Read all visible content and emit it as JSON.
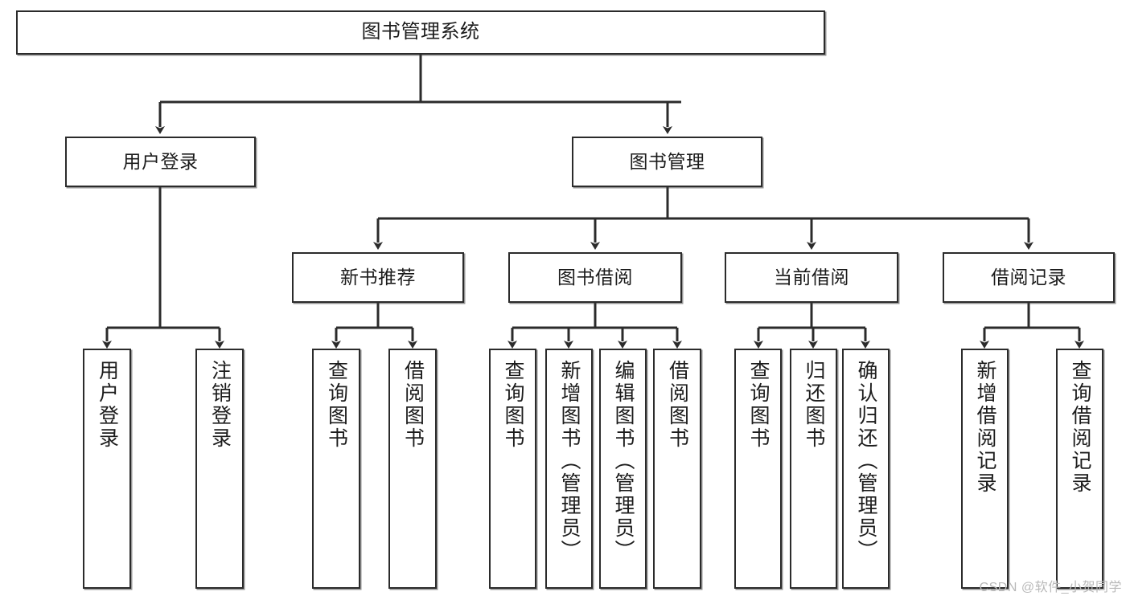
{
  "diagram": {
    "title": "图书管理系统",
    "watermark": "CSDN @软件_小贺同学",
    "edge_color": "#2b2b2b",
    "box_border_color": "#2b2b2b",
    "box_fill_color": "#ffffff",
    "text_color": "#1c1c1c",
    "watermark_color": "#b9b9b9"
  },
  "nodes": {
    "root": {
      "label": "图书管理系统"
    },
    "level2": [
      {
        "label": "用户登录"
      },
      {
        "label": "图书管理"
      }
    ],
    "level3": [
      {
        "label": "新书推荐"
      },
      {
        "label": "图书借阅"
      },
      {
        "label": "当前借阅"
      },
      {
        "label": "借阅记录"
      }
    ],
    "leaves": {
      "user_login": [
        {
          "label": "用户登录"
        },
        {
          "label": "注销登录"
        }
      ],
      "new_book_recommend": [
        {
          "label": "查询图书"
        },
        {
          "label": "借阅图书"
        }
      ],
      "book_borrow": [
        {
          "label": "查询图书"
        },
        {
          "label": "新增图书（管理员）"
        },
        {
          "label": "编辑图书（管理员）"
        },
        {
          "label": "借阅图书"
        }
      ],
      "current_borrow": [
        {
          "label": "查询图书"
        },
        {
          "label": "归还图书"
        },
        {
          "label": "确认归还（管理员）"
        }
      ],
      "borrow_record": [
        {
          "label": "新增借阅记录"
        },
        {
          "label": "查询借阅记录"
        }
      ]
    }
  }
}
